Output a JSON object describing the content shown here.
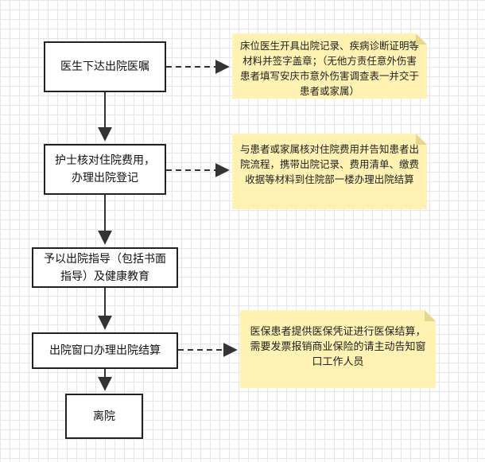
{
  "steps": [
    {
      "text": "医生下达出院医嘱"
    },
    {
      "text": "护士核对住院费用，办理出院登记"
    },
    {
      "text": "予以出院指导（包括书面指导）及健康教育"
    },
    {
      "text": "出院窗口办理出院结算"
    },
    {
      "text": "离院"
    }
  ],
  "notes": [
    {
      "text": "床位医生开具出院记录、疾病诊断证明等材料并签字盖章；（无他方责任意外伤害患者填写安庆市意外伤害调查表一并交于患者或家属）"
    },
    {
      "text": "与患者或家属核对住院费用并告知患者出院流程，携带出院记录、费用清单、缴费收据等材料到住院部一楼办理出院结算"
    },
    {
      "text": "医保患者提供医保凭证进行医保结算，需要发票报销商业保险的请主动告知窗口工作人员"
    }
  ],
  "colors": {
    "note_fill": "#fff2b3",
    "box_border": "#222222",
    "connector": "#333333"
  }
}
